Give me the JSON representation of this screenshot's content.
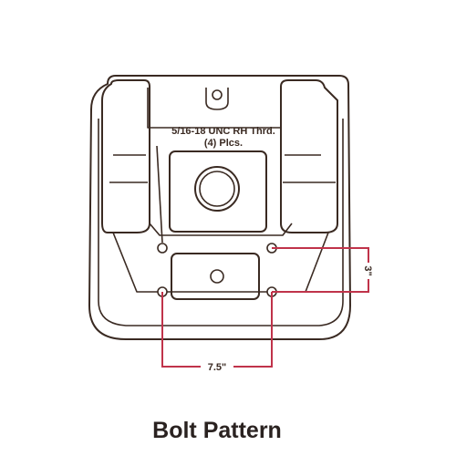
{
  "callout": {
    "line1": "5/16-18 UNC RH Thrd.",
    "line2": "(4) Plcs."
  },
  "dimensions": {
    "horizontal": "7.5\"",
    "vertical": "3\""
  },
  "caption": "Bolt Pattern",
  "colors": {
    "outline": "#3a2a22",
    "dimension": "#c0334a",
    "background": "#ffffff"
  }
}
